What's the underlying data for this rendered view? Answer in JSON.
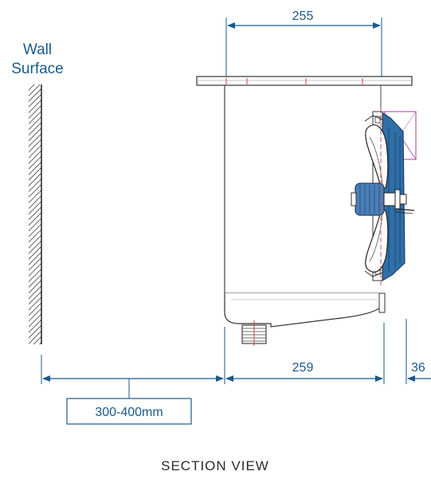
{
  "wall_label": {
    "line1": "Wall",
    "line2": "Surface"
  },
  "dimensions": {
    "top_width": "255",
    "body_depth": "259",
    "fan_offset": "36",
    "wall_clearance": "300-400mm"
  },
  "caption": "SECTION VIEW",
  "colors": {
    "dimension": "#1a5a8a",
    "fan_guard": "#2f6fa8",
    "outline": "#333333",
    "accent_magenta": "#b060b0",
    "center_mark": "#d04040"
  }
}
